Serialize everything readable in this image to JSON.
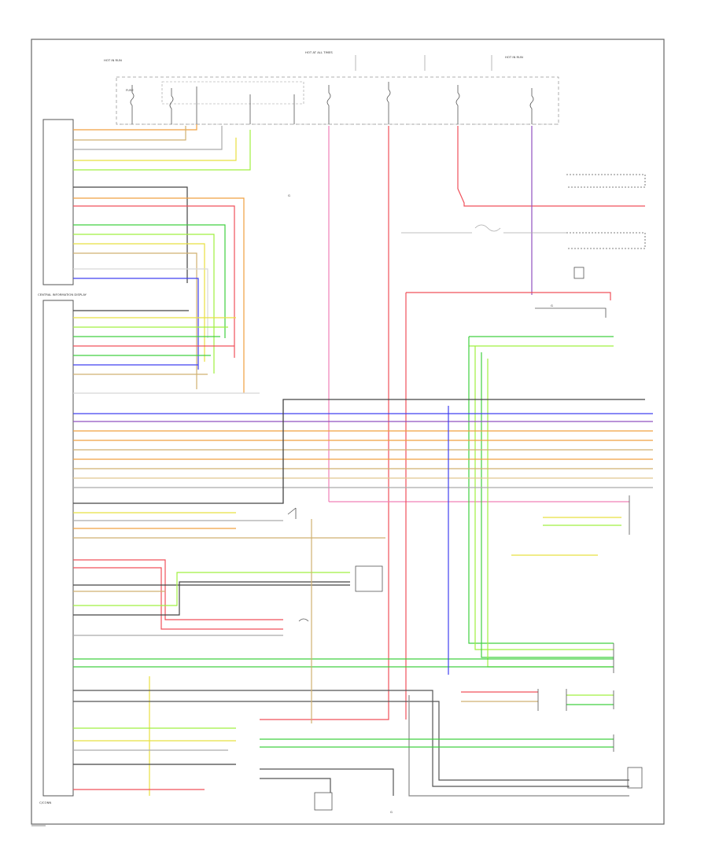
{
  "diagram": {
    "colors": {
      "frame": "#666666",
      "dark": "#444444",
      "gray": "#aaaaaa",
      "red": "#f0505a",
      "pink": "#f080b8",
      "green": "#40d040",
      "lime": "#a0f040",
      "yellow": "#e8e040",
      "orange": "#f0a040",
      "blue": "#4040f0",
      "purple": "#9050c0",
      "tan": "#d0b070",
      "white_wire": "#d8d8d8"
    },
    "top_labels": {
      "hot_in_run_left": "HOT IN RUN",
      "hot_at_all_times": "HOT AT ALL TIMES",
      "hot_in_run_right": "HOT IN RUN"
    },
    "component_labels": {
      "central_module": "CENTRAL INFORMATION DISPLAY",
      "bottom_left": "C/CONN",
      "fuse": "FUSE",
      "ground_left": "G",
      "ground_mid": "G",
      "ground_right": "G"
    }
  }
}
